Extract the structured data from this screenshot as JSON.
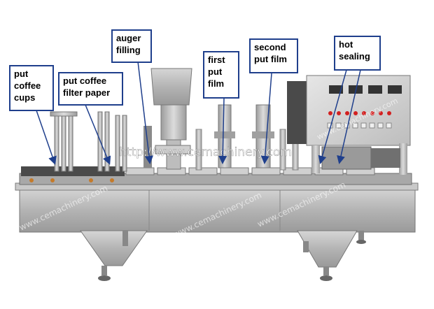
{
  "labels": [
    {
      "id": "put-coffee-cups",
      "lines": [
        "put",
        "coffee",
        "cups"
      ]
    },
    {
      "id": "put-coffee-filter-paper",
      "lines": [
        "put coffee",
        "filter paper"
      ]
    },
    {
      "id": "auger-filling",
      "lines": [
        "auger",
        "filling"
      ]
    },
    {
      "id": "first-put-film",
      "lines": [
        "first",
        "put",
        "film"
      ]
    },
    {
      "id": "second-put-film",
      "lines": [
        "second",
        "put film"
      ]
    },
    {
      "id": "hot-sealing",
      "lines": [
        "hot",
        "sealing"
      ]
    }
  ],
  "watermark": {
    "main": "http://www.cemachinery.com",
    "diagonal": "www.cemachinery.com"
  },
  "colors": {
    "label_border": "#1f3f8c",
    "arrow": "#1f3f8c",
    "steel": "#b8b8b8",
    "panel_lamp": "#d22020"
  }
}
